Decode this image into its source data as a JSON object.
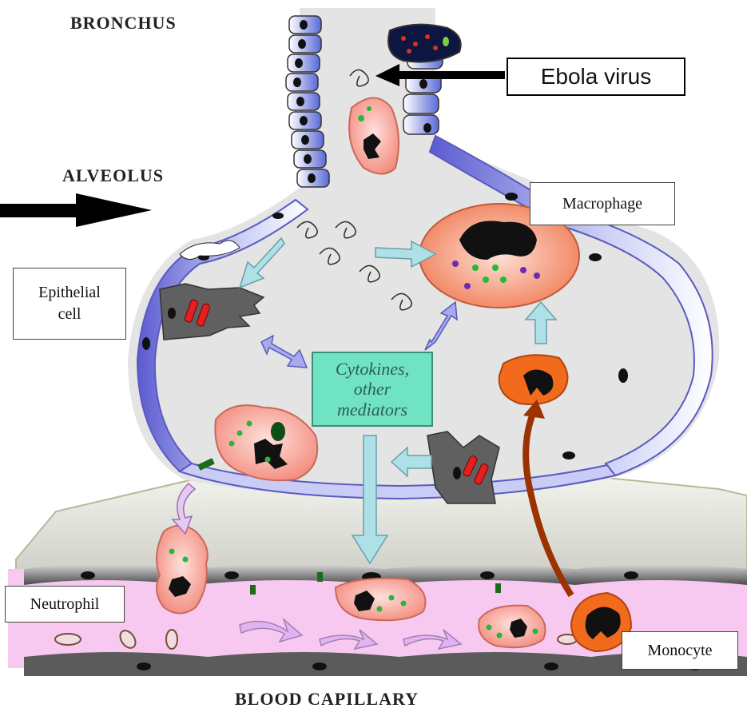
{
  "labels": {
    "bronchus": "BRONCHUS",
    "alveolus": "ALVEOLUS",
    "blood_capillary": "BLOOD  CAPILLARY",
    "ebola_virus": "Ebola virus",
    "macrophage": "Macrophage",
    "epithelial_line1": "Epithelial",
    "epithelial_line2": "cell",
    "cytokines_line1": "Cytokines,",
    "cytokines_line2": "other",
    "cytokines_line3": "mediators",
    "neutrophil": "Neutrophil",
    "monocyte": "Monocyte"
  },
  "colors": {
    "alveolus_fill": "#e4e4e4",
    "epithelium_blue": "#8e8ee6",
    "capillary_pink": "#f7c9f1",
    "cell_pink": "#f6a093",
    "cell_orange": "#f26a1c",
    "cytokine_box": "#6fe3c2",
    "flow_arrow": "#aee0e8",
    "monocyte_path": "#9b3200"
  }
}
